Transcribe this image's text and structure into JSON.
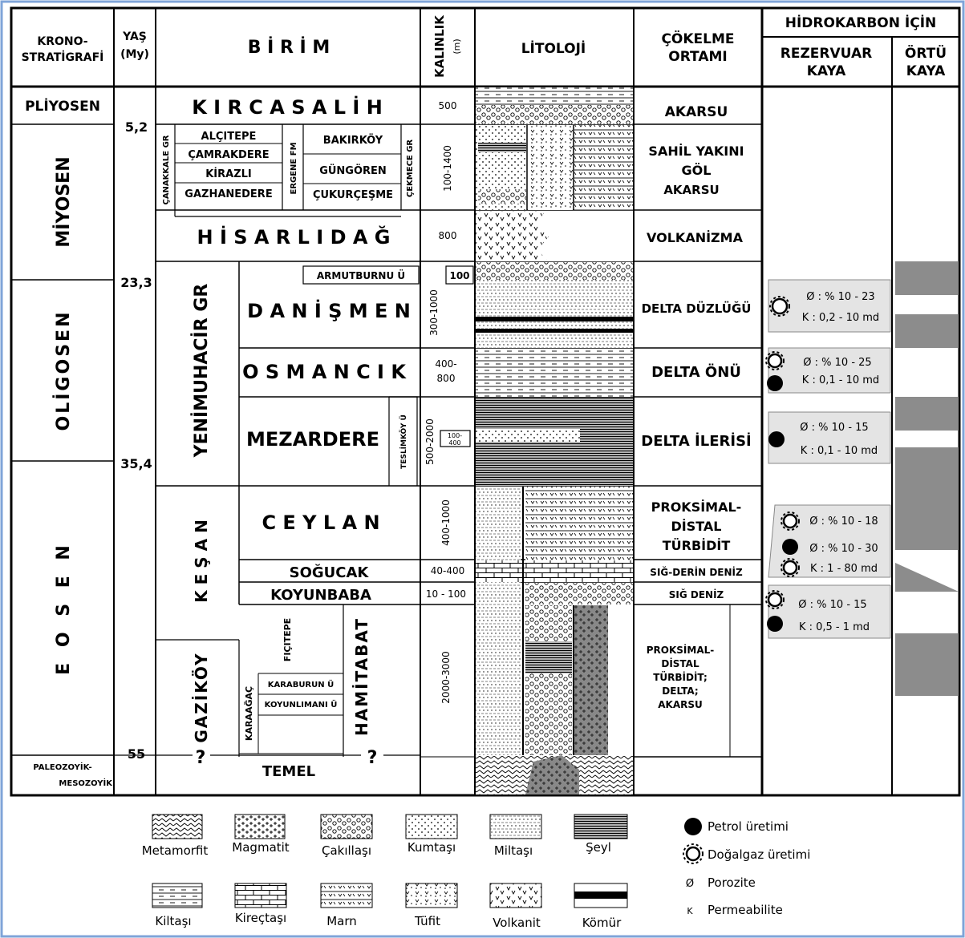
{
  "headers": {
    "krono": [
      "KRONO-",
      "STRATİGRAFİ"
    ],
    "yas": [
      "YAŞ",
      "(My)"
    ],
    "birim": "B İ R İ M",
    "kalinlik": "KALINLIK",
    "kalinlik_unit": "(m)",
    "litoloji": "LİTOLOJİ",
    "cokelme": [
      "ÇÖKELME",
      "ORTAMI"
    ],
    "hidrokarbon": "HİDROKARBON İÇİN",
    "rezervuar": [
      "REZERVUAR",
      "KAYA"
    ],
    "ortu": [
      "ÖRTÜ",
      "KAYA"
    ]
  },
  "epochs": {
    "pliyosen": "PLİYOSEN",
    "miyosen": "MİYOSEN",
    "oligosen": "OLİGOSEN",
    "eosen": "E O S E N",
    "paleozoyik": [
      "PALEOZOYİK-",
      "MESOZOYİK"
    ]
  },
  "ages": [
    "5,2",
    "23,3",
    "35,4",
    "55"
  ],
  "units": {
    "kircasalih": "K I R C A S A L İ H",
    "canakkale_gr": "ÇANAKKALE GR",
    "alcitepe": "ALÇITEPE",
    "camrakdere": "ÇAMRAKDERE",
    "kirazli": "KİRAZLI",
    "gazhanedere": "GAZHANEDERE",
    "ergene_fm": "ERGENE FM",
    "bakirkoy": "BAKIRKÖY",
    "gungoren": "GÜNGÖREN",
    "cukurcesme": "ÇUKURÇEŞME",
    "cekmece_gr": "ÇEKMECE GR",
    "hisarlidag": "H İ S A R L I D A Ğ",
    "yenimuhacir": "YENİMUHACİR GR",
    "armutburnu": "ARMUTBURNU Ü",
    "danismen": "D A N İ Ş M E N",
    "osmancik": "O S M A N C I K",
    "mezardere": "MEZARDERE",
    "teslimkoy": "TESLİMKÖY Ü",
    "kesan": "K E Ş A N",
    "ceylan": "C E Y L A N",
    "sogucak": "SOĞUCAK",
    "koyunbaba": "KOYUNBABA",
    "gazikoy": "GAZİKÖY",
    "ficitepe": "FIÇITEPE",
    "karaagac": "KARAAĞAÇ",
    "karaburun": "KARABURUN Ü",
    "koyunlimani": "KOYUNLIMANI Ü",
    "hamitabat": "HAMİTABAT",
    "temel": "TEMEL",
    "question": "?"
  },
  "thickness": {
    "kircasalih": "500",
    "ergene": "100-1400",
    "hisarlidag": "800",
    "armutburnu": "100",
    "danismen": "300-1000",
    "osmancik": [
      "400-",
      "800"
    ],
    "mezardere": "500-2000",
    "teslimkoy": [
      "100-",
      "400"
    ],
    "ceylan": "400-1000",
    "sogucak": "40-400",
    "koyunbaba": "10 - 100",
    "gazikoy": "2000-3000"
  },
  "environments": {
    "akarsu": "AKARSU",
    "sahil": [
      "SAHİL YAKINI",
      "GÖL",
      "AKARSU"
    ],
    "volkanizma": "VOLKANİZMA",
    "delta_duzlugu": "DELTA DÜZLÜĞÜ",
    "delta_onu": "DELTA ÖNÜ",
    "delta_ilerisi": "DELTA İLERİSİ",
    "proksimal": [
      "PROKSİMAL-",
      "DİSTAL",
      "TÜRBİDİT"
    ],
    "sig_derin": "SIĞ-DERİN DENİZ",
    "sig_deniz": "SIĞ DENİZ",
    "proksimal2": [
      "PROKSİMAL-",
      "DİSTAL",
      "TÜRBİDİT;",
      "DELTA;",
      "AKARSU"
    ]
  },
  "reservoir": {
    "danismen": [
      "Ø : % 10 - 23",
      "K : 0,2 - 10 md"
    ],
    "osmancik": [
      "Ø : % 10 - 25",
      "K : 0,1 - 10 md"
    ],
    "mezardere": [
      "Ø : % 10 - 15",
      "K : 0,1 - 10 md"
    ],
    "ceylan": [
      "Ø : % 10 - 18",
      "Ø : % 10 - 30",
      "K : 1 - 80 md"
    ],
    "gazikoy": [
      "Ø : % 10 - 15",
      "K : 0,5 - 1 md"
    ]
  },
  "legend": {
    "metamorfit": "Metamorfit",
    "magmatit": "Magmatit",
    "cakillasi": "Çakıllaşı",
    "kumtasi": "Kumtaşı",
    "miltasi": "Miltaşı",
    "seyl": "Şeyl",
    "kiltasi": "Kiltaşı",
    "kirectasi": "Kireçtaşı",
    "marn": "Marn",
    "tufit": "Tüfit",
    "volkanit": "Volkanit",
    "komur": "Kömür",
    "petrol": "Petrol üretimi",
    "dogalgaz": "Doğalgaz üretimi",
    "porozite_sym": "Ø",
    "porozite": "Porozite",
    "permeabilite_sym": "K",
    "permeabilite": "Permeabilite"
  },
  "colors": {
    "line": "#000000",
    "frame": "#7fa4d8",
    "box": "#e4e4e4",
    "seal": "#8c8c8c",
    "dark": "#6a6a6a"
  }
}
